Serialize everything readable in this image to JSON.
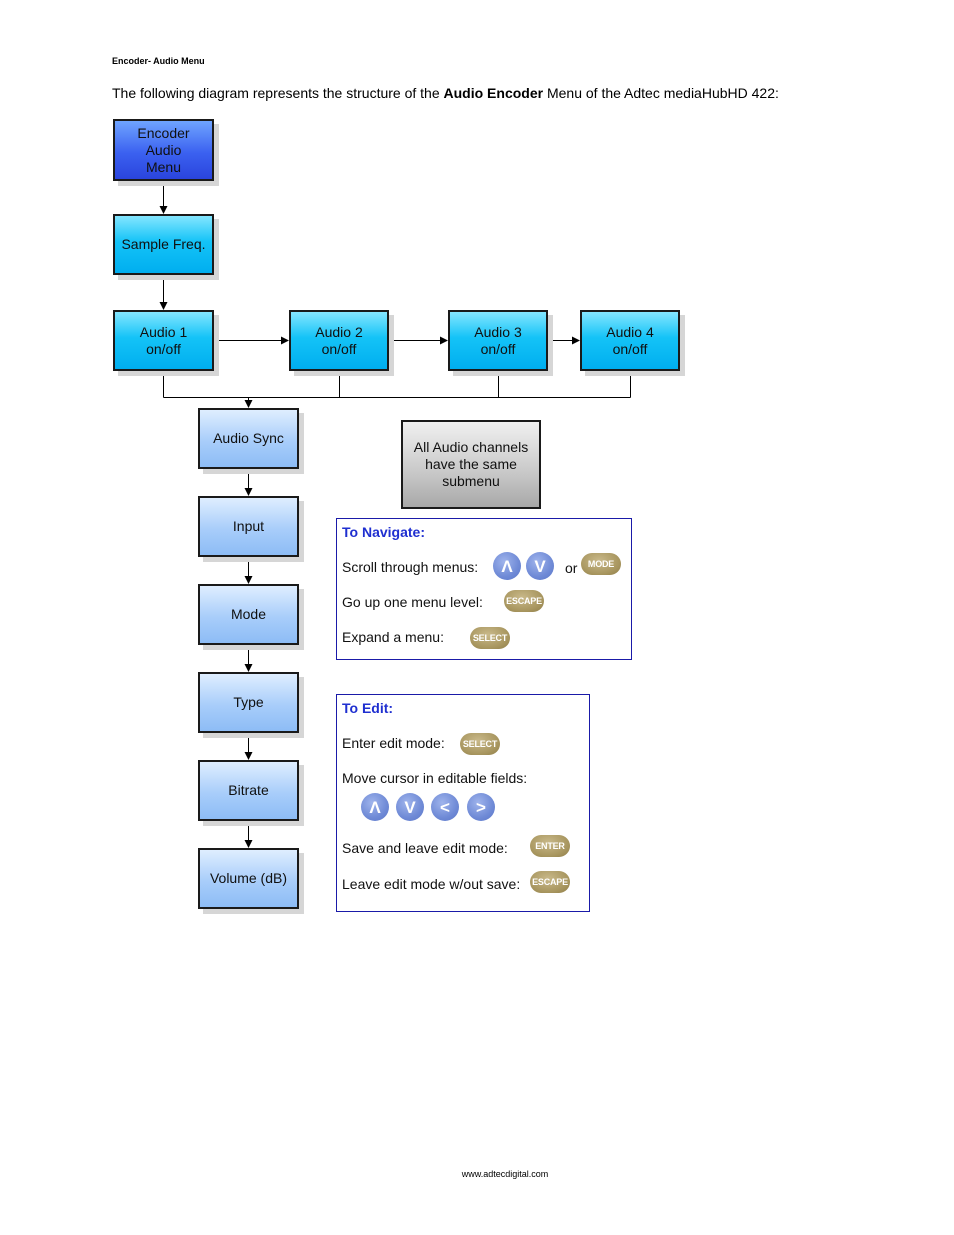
{
  "header": {
    "section_title": "Encoder- Audio Menu",
    "intro_before": "The following diagram represents the structure of the ",
    "intro_bold": "Audio Encoder",
    "intro_after": " Menu of the Adtec mediaHubHD 422:"
  },
  "diagram": {
    "root": "Encoder\nAudio\nMenu",
    "sample_freq": "Sample Freq.",
    "audio_1": "Audio 1\non/off",
    "audio_2": "Audio 2\non/off",
    "audio_3": "Audio 3\non/off",
    "audio_4": "Audio 4\non/off",
    "audio_sync": "Audio Sync",
    "input": "Input",
    "mode": "Mode",
    "type": "Type",
    "bitrate": "Bitrate",
    "volume": "Volume (dB)",
    "note": "All Audio channels\nhave the same\nsubmenu"
  },
  "navigate": {
    "title": "To Navigate:",
    "scroll": "Scroll through menus:",
    "or": "or",
    "mode_btn": "MODE",
    "up_level": "Go up one menu level:",
    "escape_btn": "ESCAPE",
    "expand": "Expand a menu:",
    "select_btn": "SELECT",
    "up_arrow": "Λ",
    "down_arrow": "V"
  },
  "edit": {
    "title": "To Edit:",
    "enter_mode": "Enter edit mode:",
    "select_btn": "SELECT",
    "move_cursor": "Move cursor in editable fields:",
    "up_arrow": "Λ",
    "down_arrow": "V",
    "left_arrow": "<",
    "right_arrow": ">",
    "save_leave": "Save and leave edit mode:",
    "enter_btn": "ENTER",
    "leave_nosave": "Leave edit mode w/out save:",
    "escape_btn": "ESCAPE"
  },
  "footer": {
    "url": "www.adtecdigital.com"
  }
}
